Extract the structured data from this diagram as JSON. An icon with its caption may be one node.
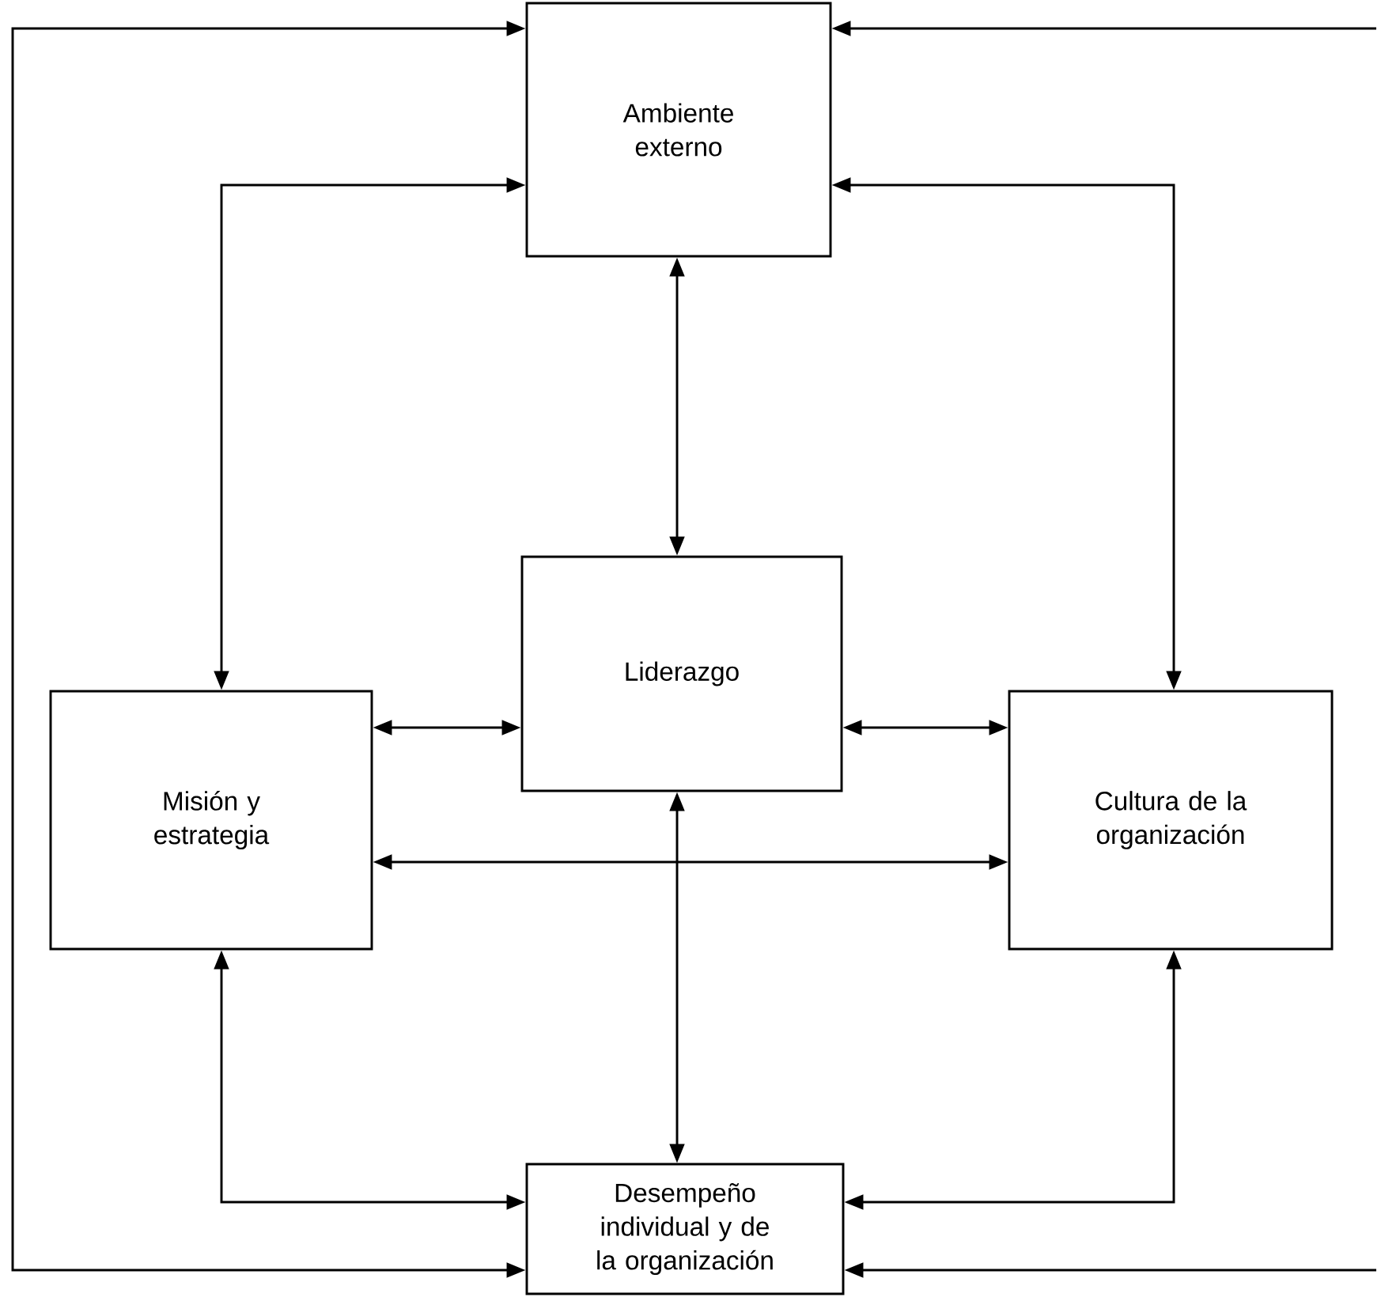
{
  "diagram": {
    "nodes": [
      {
        "text": [
          "Ambiente externo"
        ]
      },
      {
        "text": [
          "Liderazgo"
        ]
      },
      {
        "text": [
          "Misión y estrategia"
        ]
      },
      {
        "text": [
          "Cultura de la organización"
        ]
      },
      {
        "text": [
          "Desempeño individual y de la organización"
        ]
      }
    ],
    "edges": [
      {
        "from": 4,
        "to": 0,
        "arrow": "both"
      },
      {
        "from": null,
        "to": 0,
        "arrow": "to"
      },
      {
        "from": null,
        "to": 4,
        "arrow": "to"
      },
      {
        "from": 0,
        "to": 2,
        "arrow": "both"
      },
      {
        "from": 0,
        "to": 3,
        "arrow": "both"
      },
      {
        "from": 0,
        "to": 1,
        "arrow": "both"
      },
      {
        "from": 2,
        "to": 1,
        "arrow": "both"
      },
      {
        "from": 1,
        "to": 3,
        "arrow": "both"
      },
      {
        "from": 2,
        "to": 3,
        "arrow": "both"
      },
      {
        "from": 1,
        "to": 4,
        "arrow": "both"
      },
      {
        "from": 2,
        "to": 4,
        "arrow": "both"
      },
      {
        "from": 3,
        "to": 4,
        "arrow": "both"
      }
    ]
  }
}
